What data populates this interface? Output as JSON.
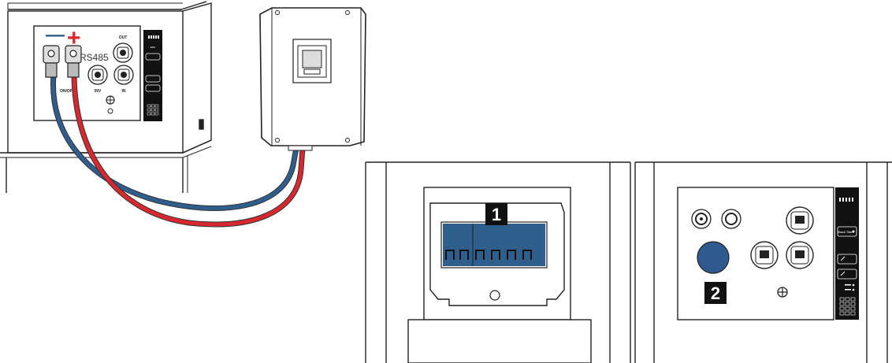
{
  "polarity": {
    "minus": "—",
    "plus": "+"
  },
  "ports": {
    "rs485": "RS485",
    "on_off": "ON/OFF",
    "inv": "INV",
    "in": "IN",
    "out": "OUT"
  },
  "panel": {
    "black_start": "Black Start"
  },
  "callouts": [
    "1",
    "2"
  ],
  "colors": {
    "negative_cable": "#2f5d8c",
    "positive_cable": "#d7282f",
    "breaker_blue": "#2f5d8c",
    "button_blue": "#2f5a90",
    "plus_sign": "#e0262c",
    "minus_sign": "#2f5d8c"
  }
}
